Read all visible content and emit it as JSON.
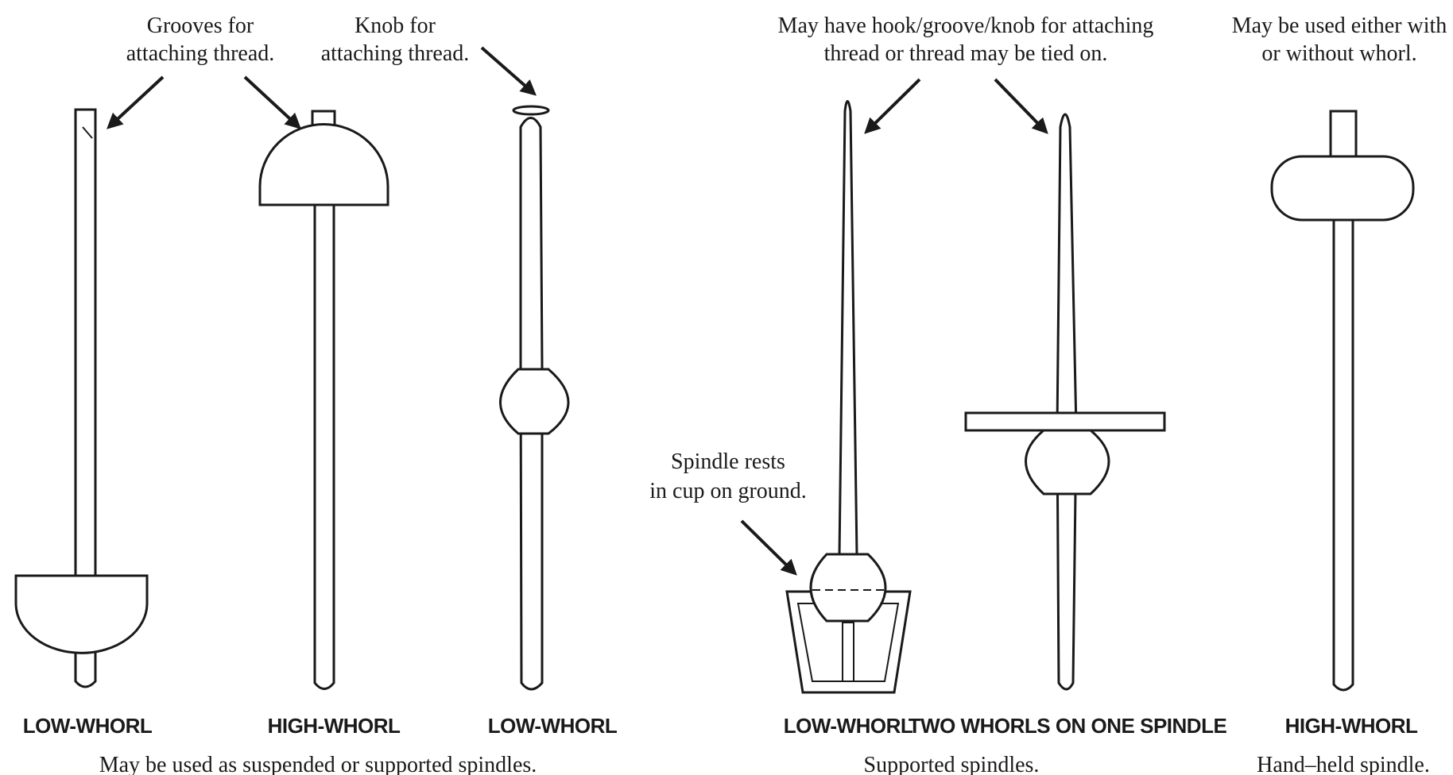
{
  "annotations": {
    "grooves_line1": "Grooves for",
    "grooves_line2": "attaching thread.",
    "knob_line1": "Knob for",
    "knob_line2": "attaching thread.",
    "may_have_line1": "May have hook/groove/knob for attaching",
    "may_have_line2": "thread or thread may be tied on.",
    "whorl_opt_line1": "May be used either with",
    "whorl_opt_line2": "or without whorl.",
    "cup_line1": "Spindle rests",
    "cup_line2": "in cup on ground."
  },
  "spindle_labels": {
    "s1": "LOW-WHORL",
    "s2": "HIGH-WHORL",
    "s3": "LOW-WHORL",
    "s4": "LOW-WHORL",
    "s5": "TWO WHORLS ON ONE SPINDLE",
    "s6": "HIGH-WHORL"
  },
  "captions": {
    "group1": "May be used as suspended or supported spindles.",
    "group2": "Supported spindles.",
    "group3": "Hand–held spindle."
  },
  "colors": {
    "ink": "#1a1a1a",
    "paper": "#ffffff"
  }
}
